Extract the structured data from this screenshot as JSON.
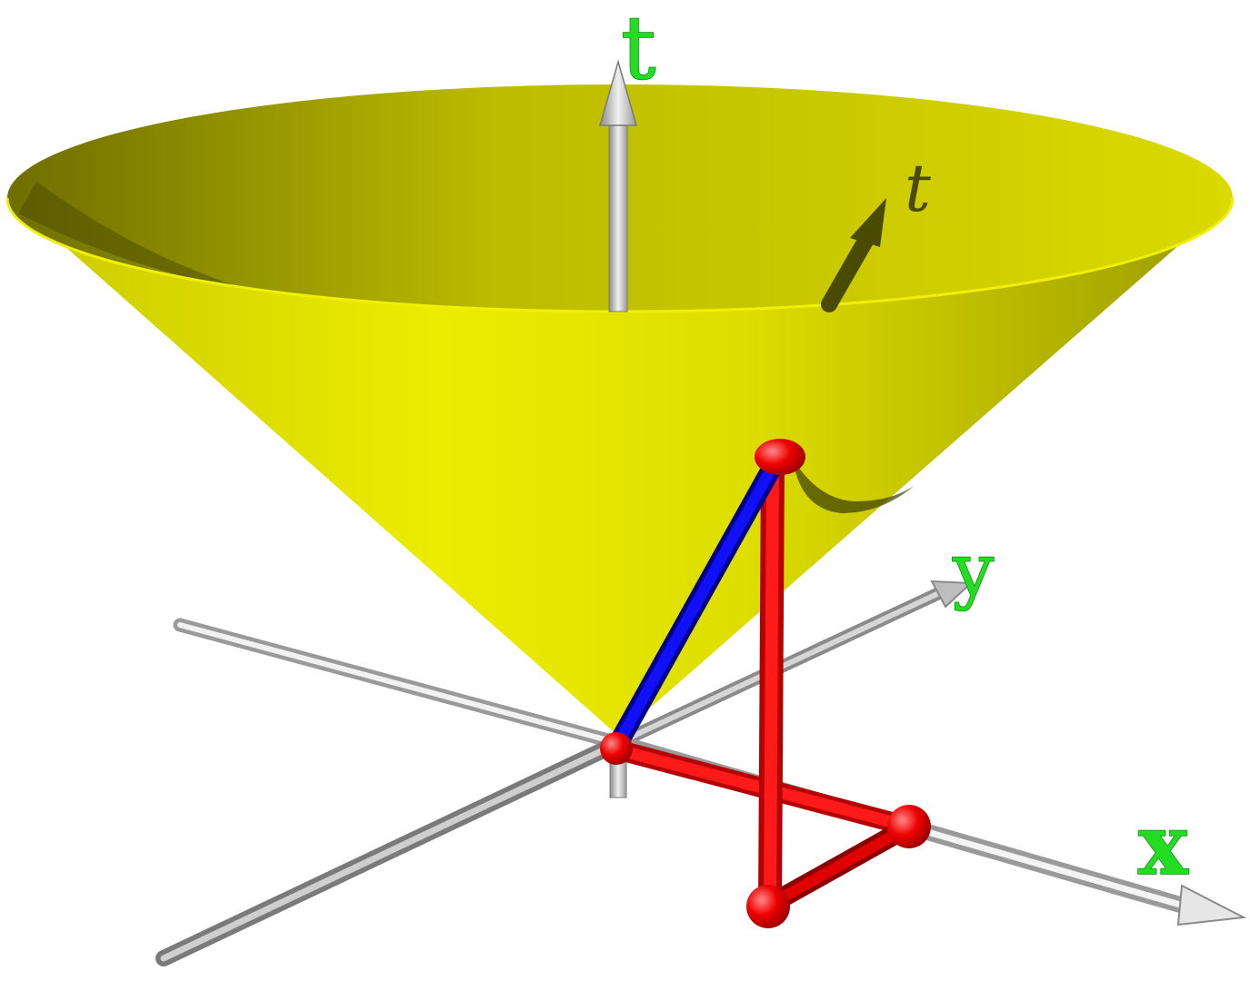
{
  "labels": {
    "t_axis": "t",
    "y_axis": "y",
    "x_axis": "x"
  },
  "colors": {
    "cone": "#e3e300",
    "axis": "#cccccc",
    "label": "#22dd22",
    "triangle": "#ff0000",
    "hypotenuse": "#0000ee",
    "background": "#ffffff"
  }
}
